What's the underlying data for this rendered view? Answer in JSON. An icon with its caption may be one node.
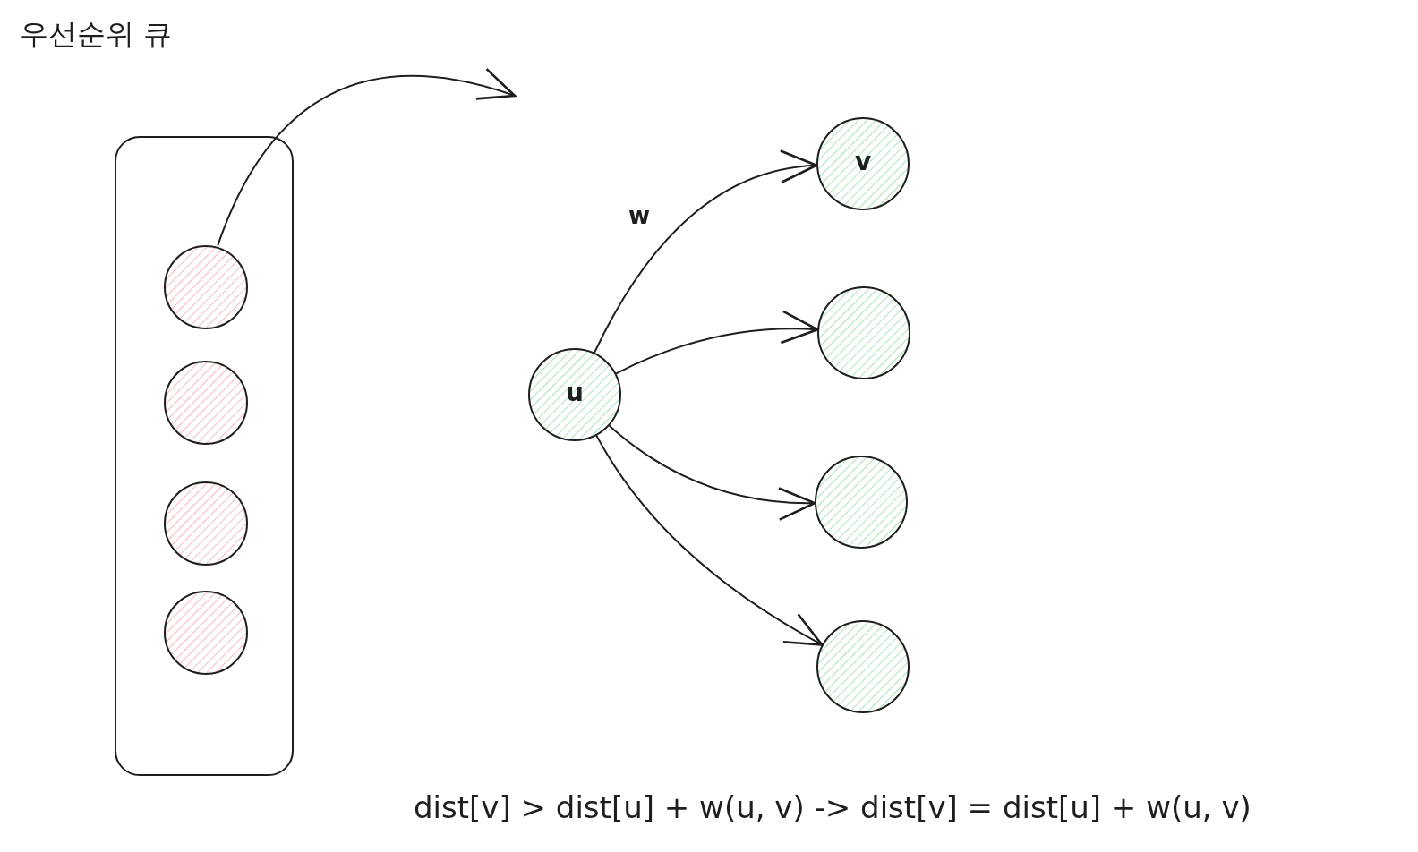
{
  "diagram": {
    "title": "우선순위 큐",
    "nodes": [
      {
        "text": [],
        "shape": "box"
      },
      {
        "text": [],
        "shape": "circle",
        "in": 0
      },
      {
        "text": [],
        "shape": "circle",
        "in": 0
      },
      {
        "text": [],
        "shape": "circle",
        "in": 0
      },
      {
        "text": [],
        "shape": "circle",
        "in": 0
      },
      {
        "text": [
          "u"
        ]
      },
      {
        "text": [
          "v"
        ]
      },
      {
        "text": [],
        "shape": "circle"
      },
      {
        "text": [],
        "shape": "circle"
      },
      {
        "text": [],
        "shape": "circle"
      }
    ],
    "edges": [
      {
        "from": 1,
        "to": null,
        "arrow": "to"
      },
      {
        "from": 5,
        "to": 6,
        "arrow": "to",
        "label": "w"
      },
      {
        "from": 5,
        "to": 7,
        "arrow": "to"
      },
      {
        "from": 5,
        "to": 8,
        "arrow": "to"
      },
      {
        "from": 5,
        "to": 9,
        "arrow": "to"
      }
    ],
    "labels": [
      "dist[v] > dist[u] + w(u, v) -> dist[v] = dist[u] + w(u, v)"
    ]
  }
}
